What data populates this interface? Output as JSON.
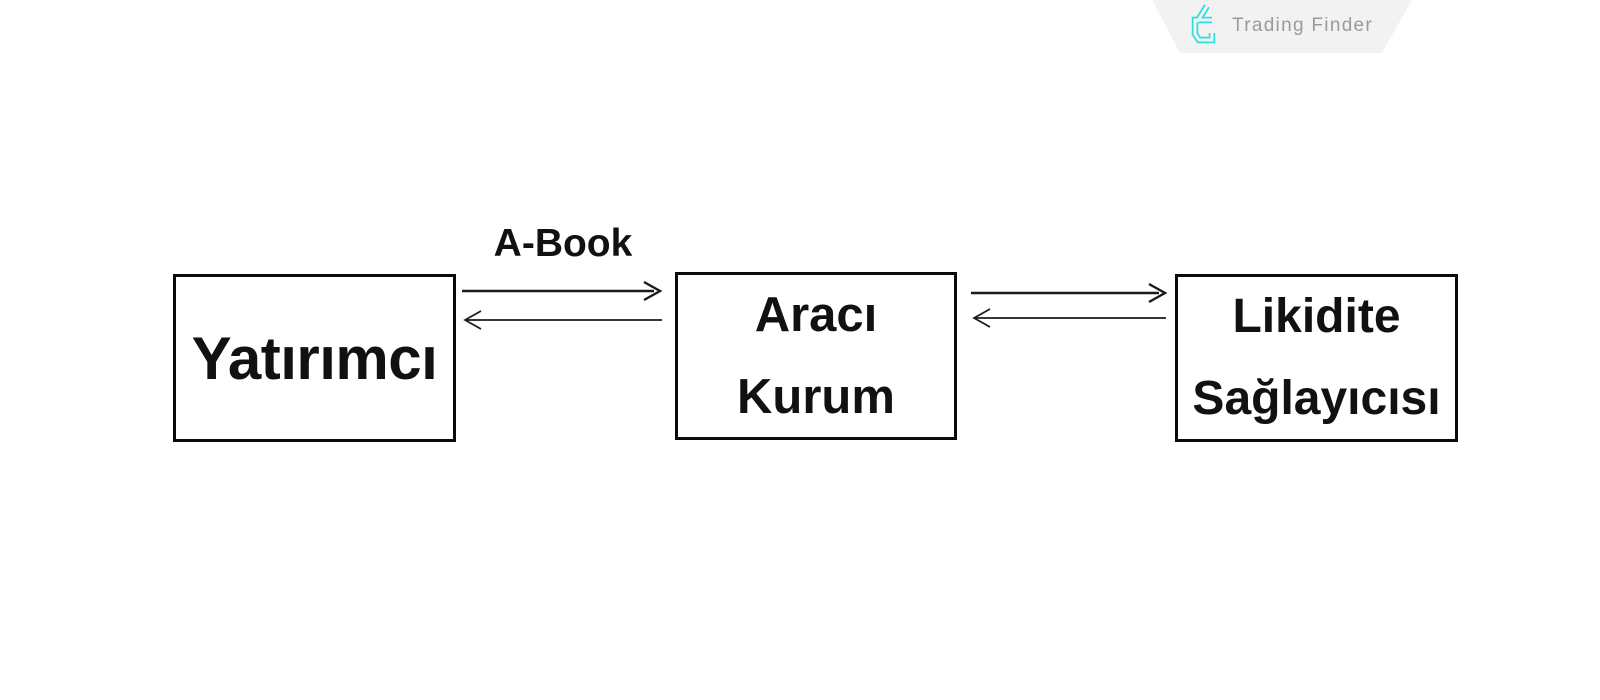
{
  "theme": {
    "page_bg": "#ffffff",
    "box_border": "#0a0a0a",
    "text": "#111111",
    "arrow": "#1a1a1a",
    "logo_icon": "#2cdfe2",
    "logo_text": "#9a9a9a",
    "logo_bg": "#f2f2f3"
  },
  "brand": {
    "name": "Trading Finder"
  },
  "diagram": {
    "nodes": [
      {
        "id": "investor",
        "label": "Yatırımcı"
      },
      {
        "id": "broker",
        "label": "Aracı\nKurum"
      },
      {
        "id": "liquidity-provider",
        "label": "Likidite\nSağlayıcısı"
      }
    ],
    "edges": [
      {
        "from": "investor",
        "to": "broker",
        "label": "A-Book",
        "direction": "both"
      },
      {
        "from": "broker",
        "to": "liquidity-provider",
        "label": "",
        "direction": "both"
      }
    ]
  }
}
